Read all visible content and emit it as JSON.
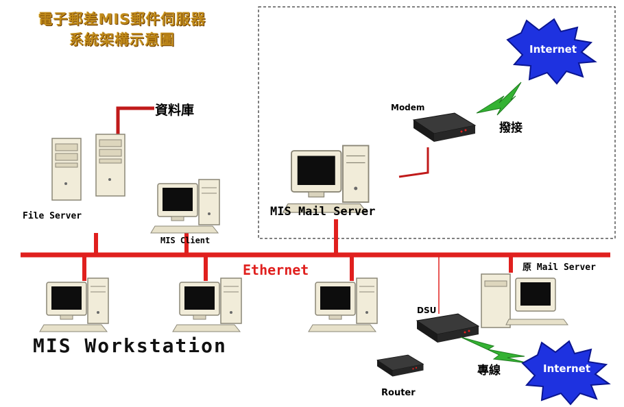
{
  "title": {
    "line1": "電子郵差MIS郵件伺服器",
    "line2": "系統架構示意圖"
  },
  "labels": {
    "database": "資料庫",
    "file_server": "File Server",
    "mis_client": "MIS Client",
    "modem": "Modem",
    "dialup": "撥接",
    "mail_server": "MIS Mail Server",
    "ethernet": "Ethernet",
    "orig_mail_server": "原 Mail Server",
    "dsu": "DSU",
    "router": "Router",
    "leased_line": "專線",
    "workstation": "MIS Workstation",
    "internet_top": "Internet",
    "internet_bottom": "Internet"
  },
  "colors": {
    "network_line": "#e0201e",
    "lightning": "#34b233",
    "internet_burst": "#1e32e0",
    "title": "#c08a1a",
    "device_body": "#f1ecd9",
    "screen": "#0d0d0d"
  },
  "icons": [
    "computer-icon",
    "tower-server-icon",
    "modem-icon",
    "router-icon",
    "lightning-icon",
    "internet-burst-icon"
  ]
}
